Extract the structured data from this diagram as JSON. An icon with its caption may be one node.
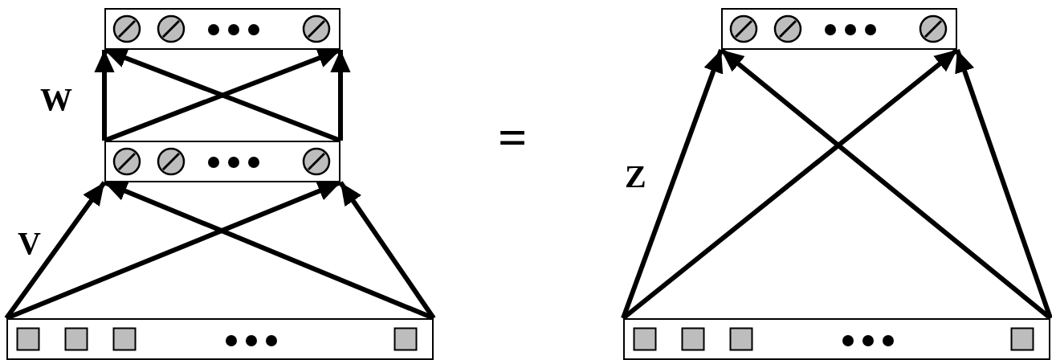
{
  "diagram": {
    "nodes": [
      {
        "text": [],
        "shape": "box"
      },
      {
        "text": [],
        "shape": "box"
      },
      {
        "text": [],
        "shape": "box"
      },
      {
        "text": [],
        "shape": "box"
      },
      {
        "text": [],
        "shape": "box"
      }
    ],
    "edges": [
      {
        "from": 2,
        "to": 1,
        "arrow": "to"
      },
      {
        "from": 2,
        "to": 1,
        "arrow": "to"
      },
      {
        "from": 2,
        "to": 1,
        "arrow": "to"
      },
      {
        "from": 2,
        "to": 1,
        "arrow": "to"
      },
      {
        "from": 1,
        "to": 0,
        "arrow": "to"
      },
      {
        "from": 1,
        "to": 0,
        "arrow": "to"
      },
      {
        "from": 1,
        "to": 0,
        "arrow": "to"
      },
      {
        "from": 1,
        "to": 0,
        "arrow": "to"
      },
      {
        "from": 4,
        "to": 3,
        "arrow": "to"
      },
      {
        "from": 4,
        "to": 3,
        "arrow": "to"
      },
      {
        "from": 4,
        "to": 3,
        "arrow": "to"
      },
      {
        "from": 4,
        "to": 3,
        "arrow": "to"
      }
    ],
    "labels": [
      "W",
      "V",
      "=",
      "Z"
    ]
  }
}
